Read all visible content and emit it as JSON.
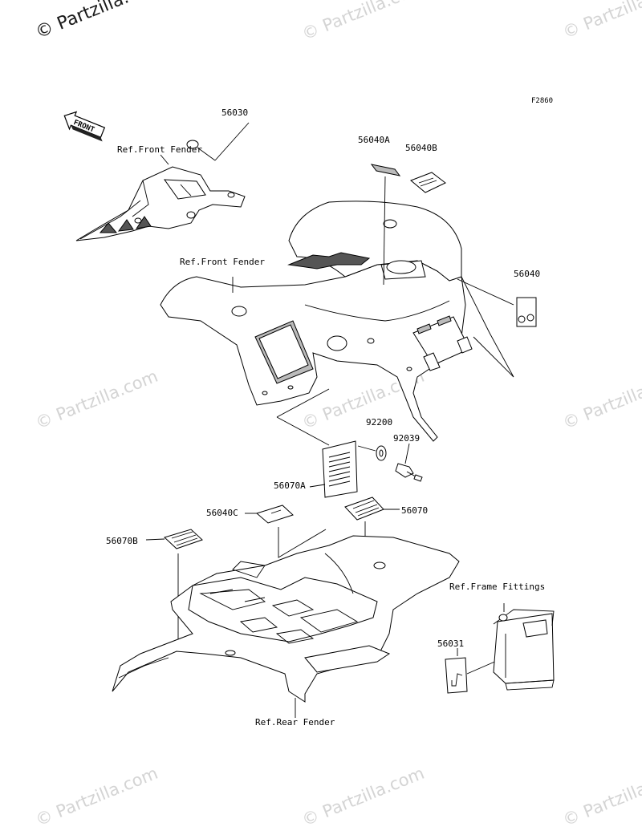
{
  "figure_code": "F2860",
  "watermark": "© Partzilla.com",
  "watermark_main": "© Partzilla.",
  "front_arrow": "FRONT",
  "part_numbers": {
    "p56030": "56030",
    "p56040A": "56040A",
    "p56040B": "56040B",
    "p56040": "56040",
    "p92200": "92200",
    "p92039": "92039",
    "p56070A": "56070A",
    "p56040C": "56040C",
    "p56070": "56070",
    "p56070B": "56070B",
    "p56031": "56031"
  },
  "references": {
    "front_fender_1": "Ref.Front Fender",
    "front_fender_2": "Ref.Front Fender",
    "frame_fittings": "Ref.Frame Fittings",
    "rear_fender": "Ref.Rear Fender"
  }
}
